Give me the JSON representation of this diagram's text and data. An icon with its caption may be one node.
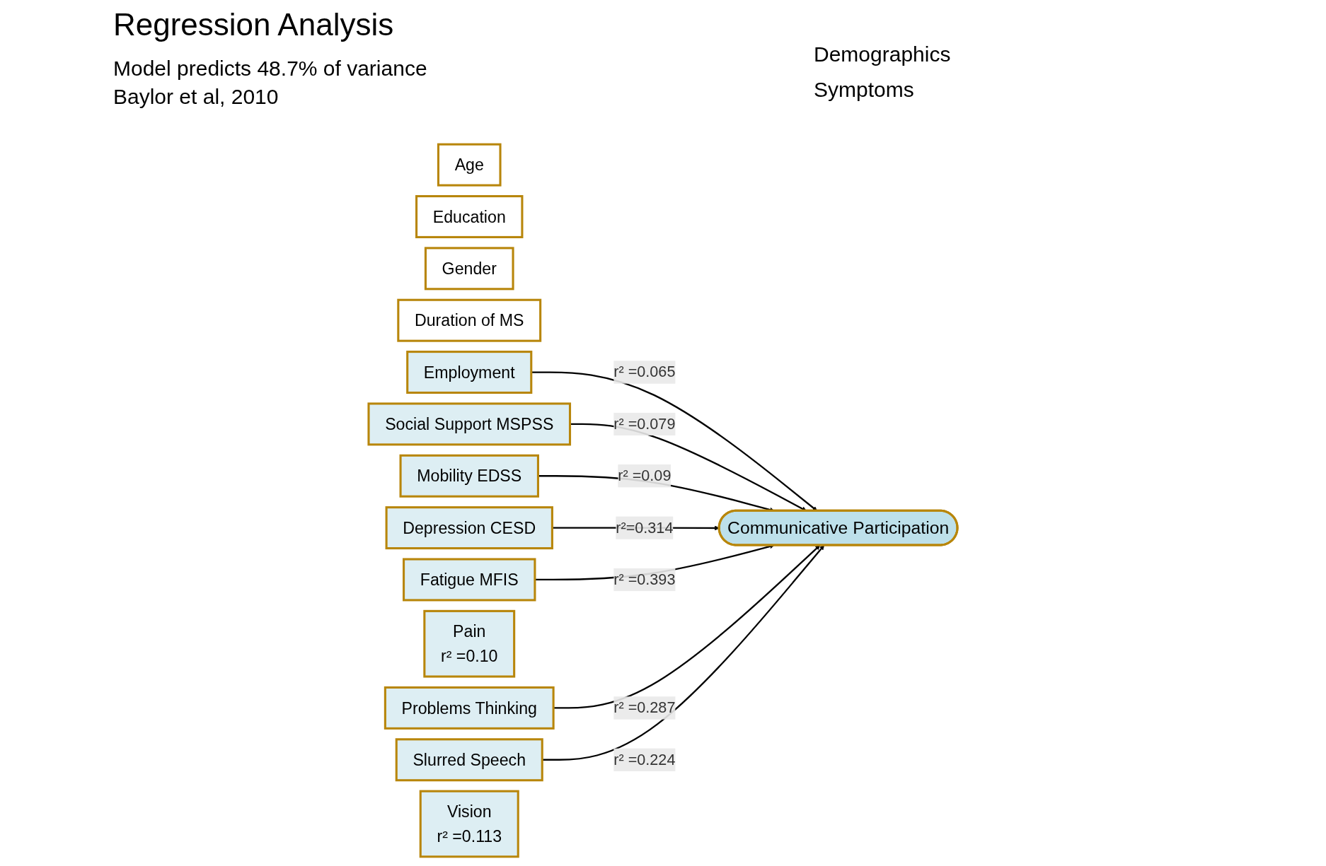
{
  "diagram": {
    "title": "Regression Analysis",
    "nodes": [
      {
        "text": [
          "Age"
        ]
      },
      {
        "text": [
          "Education"
        ]
      },
      {
        "text": [
          "Gender"
        ]
      },
      {
        "text": [
          "Duration of MS"
        ]
      },
      {
        "text": [
          "Employment"
        ]
      },
      {
        "text": [
          "Social Support MSPSS"
        ]
      },
      {
        "text": [
          "Communicative Participation"
        ]
      },
      {
        "text": [
          "Mobility EDSS"
        ]
      },
      {
        "text": [
          "Depression CESD"
        ]
      },
      {
        "text": [
          "Fatigue MFIS"
        ]
      },
      {
        "text": [
          "Pain",
          "r² =0.10"
        ]
      },
      {
        "text": [
          "Problems Thinking"
        ]
      },
      {
        "text": [
          "Slurred Speech"
        ]
      },
      {
        "text": [
          "Vision",
          "r² =0.113"
        ]
      }
    ],
    "edges": [
      {
        "from": 4,
        "to": 6,
        "arrow": "to",
        "label": "r² =0.065"
      },
      {
        "from": 5,
        "to": 6,
        "arrow": "to",
        "label": "r² =0.079"
      },
      {
        "from": 7,
        "to": 6,
        "arrow": "to",
        "label": "r² =0.09"
      },
      {
        "from": 8,
        "to": 6,
        "arrow": "to",
        "label": "r²=0.314"
      },
      {
        "from": 9,
        "to": 6,
        "arrow": "to",
        "label": "r² =0.393"
      },
      {
        "from": 11,
        "to": 6,
        "arrow": "to",
        "label": "r² =0.287"
      },
      {
        "from": 12,
        "to": 6,
        "arrow": "to",
        "label": "r² =0.224"
      }
    ],
    "labels": [
      "Model predicts 48.7% of variance",
      "Baylor et al, 2010",
      "Demographics",
      "Symptoms"
    ]
  }
}
